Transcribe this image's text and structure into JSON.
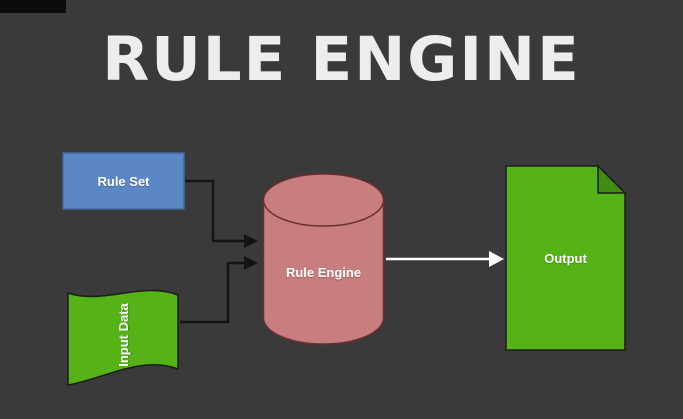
{
  "title": "RULE ENGINE",
  "shapes": {
    "rule_set": {
      "label": "Rule Set",
      "fill": "#5b87c6",
      "stroke": "#44689e"
    },
    "input_data": {
      "label": "Input Data",
      "fill": "#55b217",
      "stroke": "#1c1c1c"
    },
    "rule_engine": {
      "label": "Rule Engine",
      "fill": "#c87e7e",
      "stroke": "#6b2f2f"
    },
    "output": {
      "label": "Output",
      "fill": "#55b217",
      "fold_fill": "#3f8c10",
      "stroke": "#1c1c1c"
    }
  },
  "colors": {
    "background": "#3a3a3a",
    "title_text": "#ededed",
    "connector_dark": "#141414",
    "connector_light": "#ffffff"
  }
}
